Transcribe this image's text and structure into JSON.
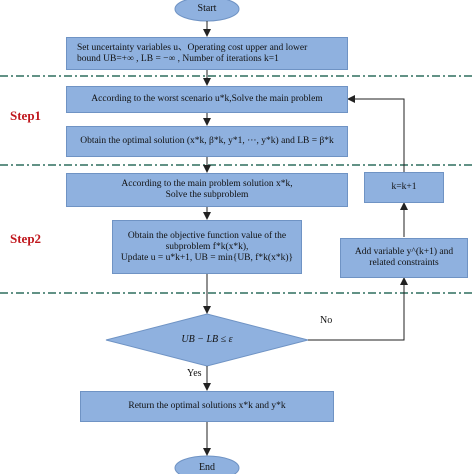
{
  "flowchart": {
    "start": "Start",
    "end": "End",
    "init": {
      "line1": "Set uncertainty variables u、Operating cost upper and lower",
      "line2": "bound UB=+∞ , LB = −∞ ,  Number of iterations k=1"
    },
    "step1_label": "Step1",
    "step2_label": "Step2",
    "solve_main": "According to the worst scenario u*k,Solve the main problem",
    "obtain_optimal": "Obtain the optimal solution  (x*k, β*k, y*1, ···, y*k)  and  LB = β*k",
    "solve_sub": {
      "line1": "According to the main problem solution x*k,",
      "line2": "Solve the subproblem"
    },
    "obj_value": {
      "line1": "Obtain the objective function value of the",
      "line2": "subproblem f*k(x*k),",
      "line3": "Update   u = u*k+1,  UB = min{UB, f*k(x*k)}"
    },
    "iter": "k=k+1",
    "add_var": {
      "line1": "Add variable y^(k+1) and",
      "line2": "related constraints"
    },
    "decision": "UB − LB ≤ ε",
    "no_label": "No",
    "yes_label": "Yes",
    "return_sol": "Return the optimal solutions  x*k  and  y*k"
  },
  "colors": {
    "box_fill": "#8fb1df",
    "box_border": "#6f93c4",
    "step_text": "#c0171d",
    "divider": "#2e6e5e"
  }
}
